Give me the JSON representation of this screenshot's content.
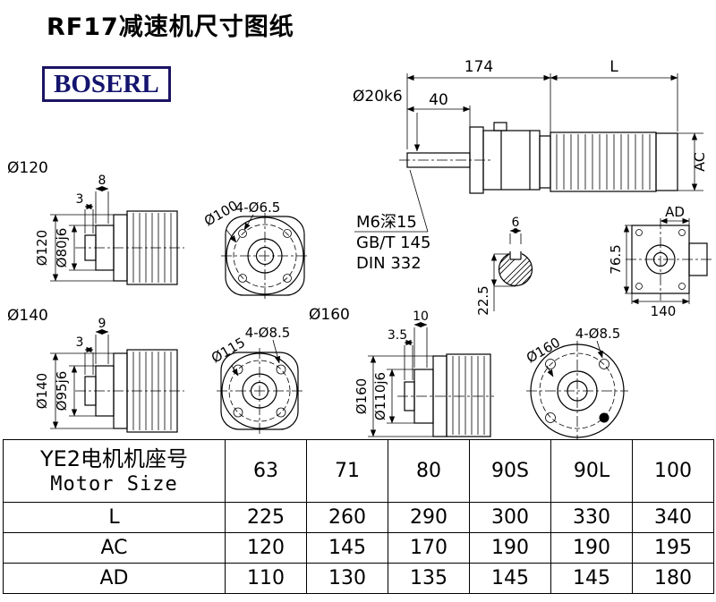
{
  "header": {
    "title": "RF17减速机尺寸图纸",
    "logo_text": "BOSERL"
  },
  "main_view": {
    "dim_length_gear": "174",
    "dim_length_motor": "L",
    "dim_shaft_len": "40",
    "dim_shaft_dia": "Ø20k6",
    "dim_motor_dia": "AC",
    "note_tap": "M6深15",
    "note_std1": "GB/T 145",
    "note_std2": "DIN 332"
  },
  "shaft_section": {
    "dim_key_width": "6",
    "dim_key_height": "22.5"
  },
  "rear_view": {
    "dim_ad": "AD",
    "dim_height": "76.5",
    "dim_width": "140"
  },
  "size63": {
    "label": "Ø120",
    "dim_a": "8",
    "dim_b": "3",
    "dim_flange": "Ø120",
    "dim_spigot": "Ø80j6",
    "dim_holes": "4-Ø6.5",
    "dim_bolt_circle": "Ø100"
  },
  "size71": {
    "label": "Ø140",
    "dim_a": "9",
    "dim_b": "3",
    "dim_flange": "Ø140",
    "dim_spigot": "Ø95j6",
    "dim_holes": "4-Ø8.5",
    "dim_bolt_circle": "Ø115"
  },
  "size80": {
    "label": "Ø160",
    "dim_a": "10",
    "dim_b": "3.5",
    "dim_flange": "Ø160",
    "dim_spigot": "Ø110j6",
    "dim_holes": "4-Ø8.5",
    "dim_bolt_circle": "Ø160"
  },
  "table": {
    "header": {
      "cn": "YE2电机机座号",
      "en": "Motor Size"
    },
    "columns": [
      "63",
      "71",
      "80",
      "90S",
      "90L",
      "100"
    ],
    "rows": [
      {
        "label": "L",
        "values": [
          "225",
          "260",
          "290",
          "300",
          "330",
          "340"
        ]
      },
      {
        "label": "AC",
        "values": [
          "120",
          "145",
          "170",
          "190",
          "190",
          "195"
        ]
      },
      {
        "label": "AD",
        "values": [
          "110",
          "130",
          "135",
          "145",
          "145",
          "180"
        ]
      }
    ]
  }
}
